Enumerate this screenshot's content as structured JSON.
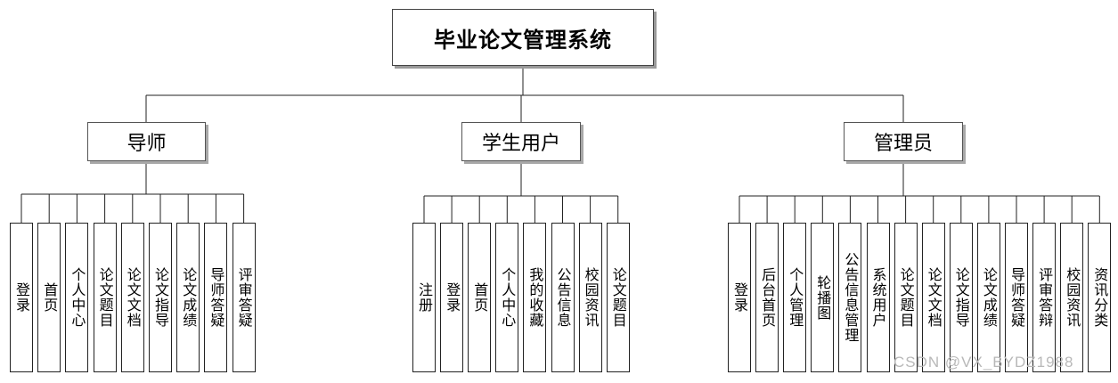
{
  "root": {
    "label": "毕业论文管理系统"
  },
  "groups": [
    {
      "label": "导师",
      "children": [
        "登录",
        "首页",
        "个人中心",
        "论文题目",
        "论文文档",
        "论文指导",
        "论文成绩",
        "导师答疑",
        "评审答疑"
      ]
    },
    {
      "label": "学生用户",
      "children": [
        "注册",
        "登录",
        "首页",
        "个人中心",
        "我的收藏",
        "公告信息",
        "校园资讯",
        "论文题目"
      ]
    },
    {
      "label": "管理员",
      "children": [
        "登录",
        "后台首页",
        "个人管理",
        "轮播图",
        "公告信息管理",
        "系统用户",
        "论文题目",
        "论文文档",
        "论文指导",
        "论文成绩",
        "导师答疑",
        "评审答辩",
        "校园资讯",
        "资讯分类"
      ]
    }
  ],
  "watermark": "CSDN @VX_BYDZ1988",
  "colors": {
    "line": "#222222",
    "box_border": "#444444",
    "shadow": "#9a9a9a",
    "watermark": "#b8b8b8"
  }
}
